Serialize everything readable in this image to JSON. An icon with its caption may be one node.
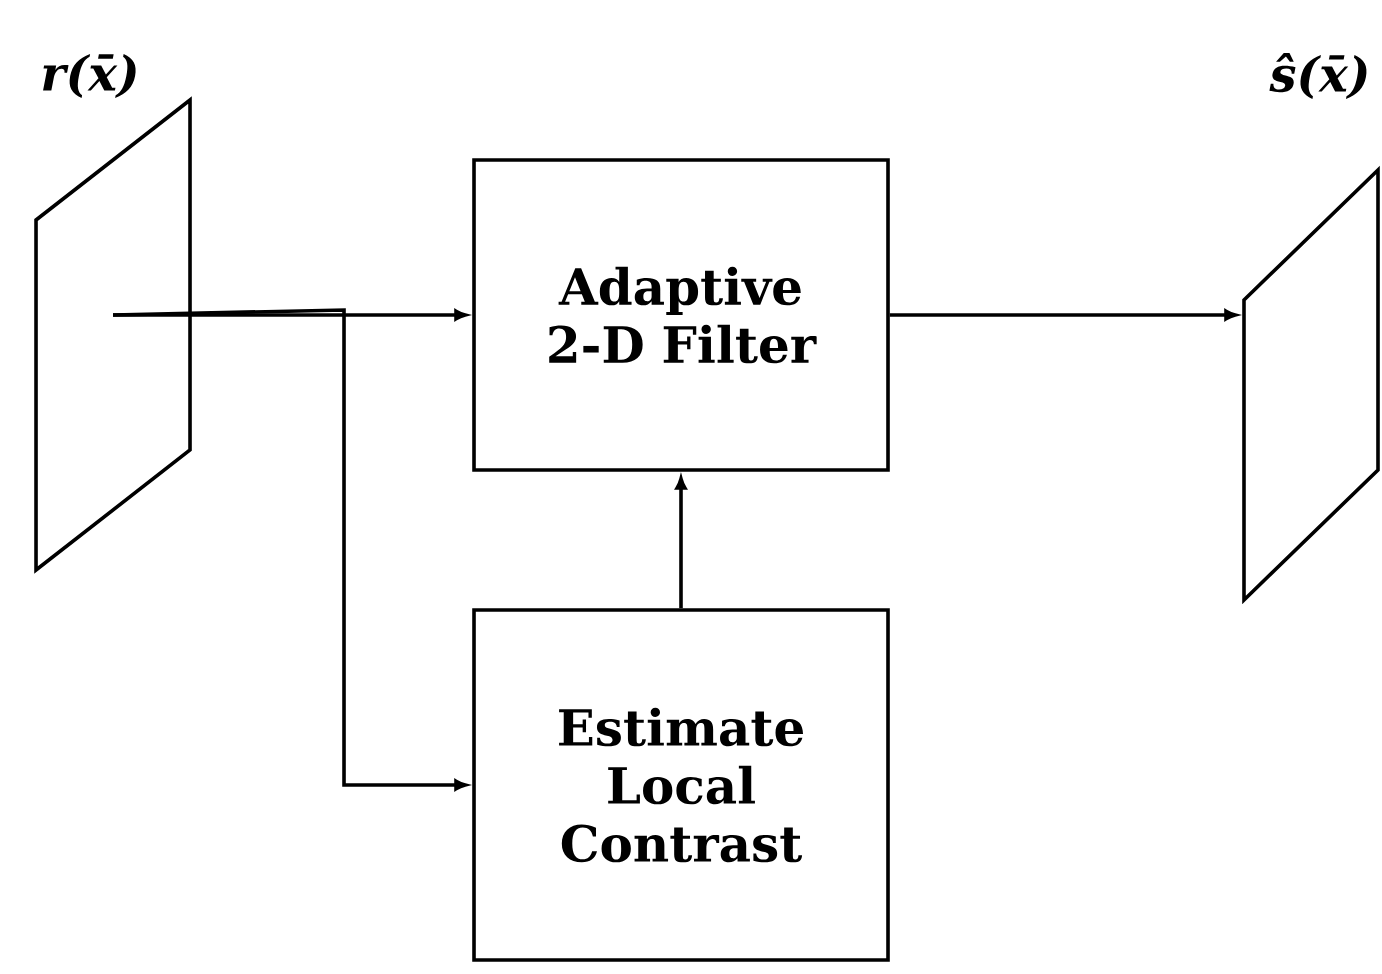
{
  "diagram": {
    "nodes": [
      {
        "text": [],
        "shape": "plane",
        "beside": [
          "r(x̄)"
        ]
      },
      {
        "text": [
          "Adaptive 2-D Filter"
        ]
      },
      {
        "text": [
          "Estimate Local Contrast"
        ]
      },
      {
        "text": [],
        "shape": "plane",
        "beside": [
          "ŝ(x̄)"
        ]
      }
    ],
    "edges": [
      {
        "from": 0,
        "to": 1,
        "arrow": "to"
      },
      {
        "from": 0,
        "to": 2,
        "arrow": "to"
      },
      {
        "from": 2,
        "to": 1,
        "arrow": "to"
      },
      {
        "from": 1,
        "to": 3,
        "arrow": "to"
      }
    ]
  }
}
